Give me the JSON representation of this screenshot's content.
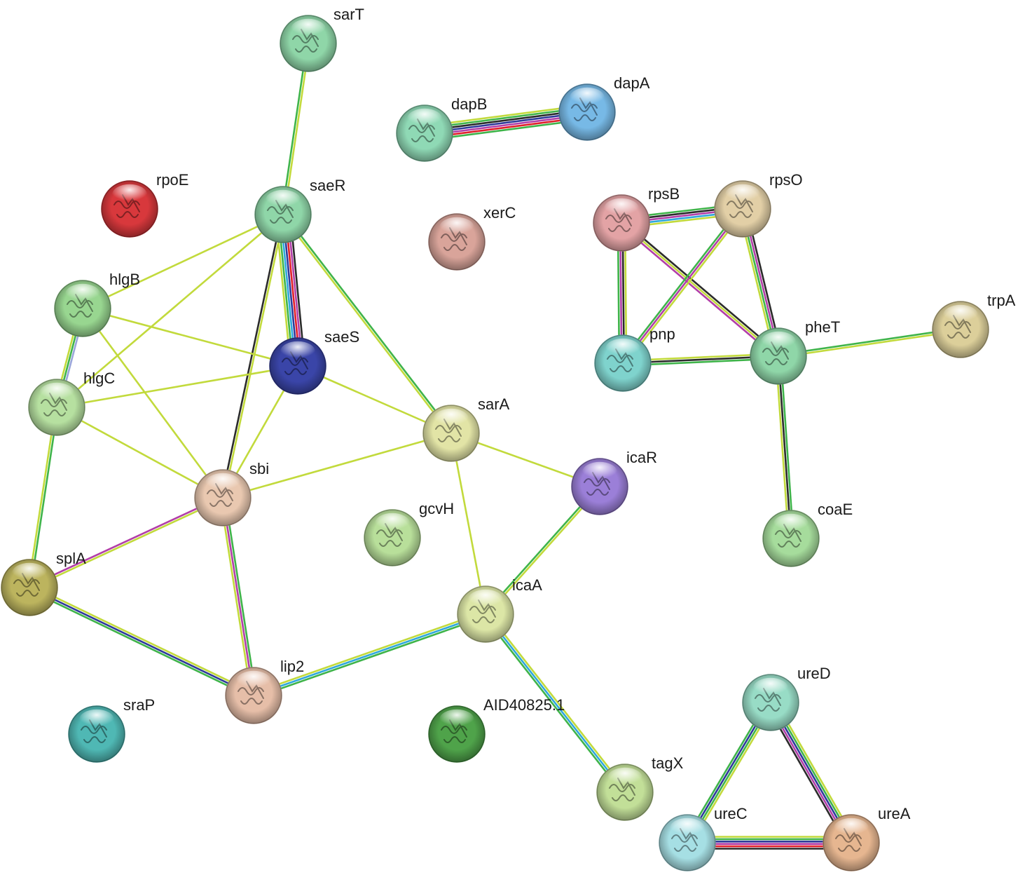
{
  "channel_colors": {
    "green": "#3fb44a",
    "yellow": "#c2da3c",
    "black": "#2b2b2b",
    "blue": "#2e3a9a",
    "red": "#e0202a",
    "magenta": "#b23ea8",
    "cyan": "#2fa8dc",
    "lavender": "#9aa6da"
  },
  "nodes": [
    {
      "id": "sarT",
      "label": "sarT",
      "color": "#8fd6a8",
      "icon": "protein-structure-icon"
    },
    {
      "id": "dapA",
      "label": "dapA",
      "color": "#77b9e6",
      "icon": "protein-structure-icon"
    },
    {
      "id": "dapB",
      "label": "dapB",
      "color": "#8fd9b5",
      "icon": "protein-structure-icon"
    },
    {
      "id": "rpoE",
      "label": "rpoE",
      "color": "#d8383c",
      "icon": "protein-structure-icon"
    },
    {
      "id": "saeR",
      "label": "saeR",
      "color": "#8fd6a8",
      "icon": "protein-structure-icon"
    },
    {
      "id": "xerC",
      "label": "xerC",
      "color": "#d9a49a",
      "icon": "protein-structure-icon"
    },
    {
      "id": "rpsB",
      "label": "rpsB",
      "color": "#e3a3a5",
      "icon": "protein-structure-icon"
    },
    {
      "id": "rpsO",
      "label": "rpsO",
      "color": "#e2cfa6",
      "icon": "protein-structure-icon"
    },
    {
      "id": "hlgB",
      "label": "hlgB",
      "color": "#98d690",
      "icon": "protein-structure-icon"
    },
    {
      "id": "trpA",
      "label": "trpA",
      "color": "#dccf9a",
      "icon": "protein-structure-icon"
    },
    {
      "id": "saeS",
      "label": "saeS",
      "color": "#3a45a8",
      "icon": "protein-structure-icon"
    },
    {
      "id": "pheT",
      "label": "pheT",
      "color": "#8fd6a8",
      "icon": "protein-structure-icon"
    },
    {
      "id": "pnp",
      "label": "pnp",
      "color": "#7fd3cd",
      "icon": "protein-structure-icon"
    },
    {
      "id": "hlgC",
      "label": "hlgC",
      "color": "#b6e0a0",
      "icon": "protein-structure-icon"
    },
    {
      "id": "sarA",
      "label": "sarA",
      "color": "#e2e4a6",
      "icon": "protein-structure-icon"
    },
    {
      "id": "icaR",
      "label": "icaR",
      "color": "#9b7fd8",
      "icon": "protein-structure-icon"
    },
    {
      "id": "sbi",
      "label": "sbi",
      "color": "#e9c8b0",
      "icon": "protein-structure-icon"
    },
    {
      "id": "gcvH",
      "label": "gcvH",
      "color": "#b8df9a",
      "icon": "protein-structure-icon"
    },
    {
      "id": "coaE",
      "label": "coaE",
      "color": "#a6dc9c",
      "icon": "protein-structure-icon"
    },
    {
      "id": "splA",
      "label": "splA",
      "color": "#bcb45e",
      "icon": "protein-structure-icon"
    },
    {
      "id": "icaA",
      "label": "icaA",
      "color": "#dce6a6",
      "icon": "protein-structure-icon"
    },
    {
      "id": "ureD",
      "label": "ureD",
      "color": "#98dcc6",
      "icon": "protein-structure-icon"
    },
    {
      "id": "lip2",
      "label": "lip2",
      "color": "#e6bea8",
      "icon": "protein-structure-icon"
    },
    {
      "id": "sraP",
      "label": "sraP",
      "color": "#4fb8b4",
      "icon": "protein-structure-icon"
    },
    {
      "id": "AID40825.1",
      "label": "AID40825.1",
      "color": "#4fa34a",
      "icon": "protein-structure-icon"
    },
    {
      "id": "tagX",
      "label": "tagX",
      "color": "#c2df98",
      "icon": "protein-structure-icon"
    },
    {
      "id": "ureC",
      "label": "ureC",
      "color": "#a6dfe4",
      "icon": "protein-structure-icon"
    },
    {
      "id": "ureA",
      "label": "ureA",
      "color": "#e6b690",
      "icon": "protein-structure-icon"
    }
  ],
  "edges": [
    {
      "source": "sarT",
      "target": "saeR",
      "channels": [
        "yellow",
        "green"
      ]
    },
    {
      "source": "dapB",
      "target": "dapA",
      "channels": [
        "yellow",
        "green",
        "black",
        "blue",
        "magenta",
        "red",
        "green"
      ]
    },
    {
      "source": "saeR",
      "target": "saeS",
      "channels": [
        "black",
        "magenta",
        "red",
        "blue",
        "cyan",
        "green",
        "yellow"
      ]
    },
    {
      "source": "saeR",
      "target": "hlgB",
      "channels": [
        "yellow"
      ]
    },
    {
      "source": "saeR",
      "target": "hlgC",
      "channels": [
        "yellow"
      ]
    },
    {
      "source": "saeR",
      "target": "sbi",
      "channels": [
        "yellow",
        "black"
      ]
    },
    {
      "source": "saeR",
      "target": "sarA",
      "channels": [
        "green",
        "yellow"
      ]
    },
    {
      "source": "hlgB",
      "target": "hlgC",
      "channels": [
        "lavender",
        "green",
        "yellow"
      ]
    },
    {
      "source": "hlgB",
      "target": "saeS",
      "channels": [
        "yellow"
      ]
    },
    {
      "source": "hlgB",
      "target": "sbi",
      "channels": [
        "yellow"
      ]
    },
    {
      "source": "hlgC",
      "target": "saeS",
      "channels": [
        "yellow"
      ]
    },
    {
      "source": "hlgC",
      "target": "sbi",
      "channels": [
        "yellow"
      ]
    },
    {
      "source": "hlgC",
      "target": "splA",
      "channels": [
        "green",
        "yellow"
      ]
    },
    {
      "source": "saeS",
      "target": "sbi",
      "channels": [
        "yellow"
      ]
    },
    {
      "source": "saeS",
      "target": "sarA",
      "channels": [
        "yellow"
      ]
    },
    {
      "source": "sarA",
      "target": "sbi",
      "channels": [
        "yellow"
      ]
    },
    {
      "source": "sarA",
      "target": "icaR",
      "channels": [
        "yellow"
      ]
    },
    {
      "source": "sarA",
      "target": "icaA",
      "channels": [
        "yellow"
      ]
    },
    {
      "source": "sbi",
      "target": "splA",
      "channels": [
        "yellow",
        "magenta"
      ]
    },
    {
      "source": "sbi",
      "target": "lip2",
      "channels": [
        "green",
        "magenta",
        "yellow"
      ]
    },
    {
      "source": "splA",
      "target": "lip2",
      "channels": [
        "yellow",
        "blue",
        "green"
      ]
    },
    {
      "source": "icaR",
      "target": "icaA",
      "channels": [
        "yellow",
        "green"
      ]
    },
    {
      "source": "icaA",
      "target": "lip2",
      "channels": [
        "green",
        "cyan",
        "yellow"
      ]
    },
    {
      "source": "icaA",
      "target": "tagX",
      "channels": [
        "yellow",
        "cyan",
        "green"
      ]
    },
    {
      "source": "rpsB",
      "target": "rpsO",
      "channels": [
        "green",
        "black",
        "magenta",
        "cyan",
        "yellow"
      ]
    },
    {
      "source": "rpsB",
      "target": "pnp",
      "channels": [
        "yellow",
        "black",
        "magenta",
        "green"
      ]
    },
    {
      "source": "rpsB",
      "target": "pheT",
      "channels": [
        "black",
        "yellow",
        "magenta"
      ]
    },
    {
      "source": "rpsO",
      "target": "pnp",
      "channels": [
        "yellow",
        "magenta",
        "green"
      ]
    },
    {
      "source": "rpsO",
      "target": "pheT",
      "channels": [
        "black",
        "magenta",
        "green",
        "yellow"
      ]
    },
    {
      "source": "pnp",
      "target": "pheT",
      "channels": [
        "yellow",
        "black",
        "green"
      ]
    },
    {
      "source": "pheT",
      "target": "trpA",
      "channels": [
        "green",
        "yellow"
      ]
    },
    {
      "source": "pheT",
      "target": "coaE",
      "channels": [
        "green",
        "black",
        "yellow"
      ]
    },
    {
      "source": "ureD",
      "target": "ureC",
      "channels": [
        "yellow",
        "green",
        "blue",
        "green"
      ]
    },
    {
      "source": "ureD",
      "target": "ureA",
      "channels": [
        "yellow",
        "green",
        "blue",
        "magenta",
        "black"
      ]
    },
    {
      "source": "ureC",
      "target": "ureA",
      "channels": [
        "yellow",
        "green",
        "blue",
        "magenta",
        "red",
        "black"
      ]
    }
  ]
}
